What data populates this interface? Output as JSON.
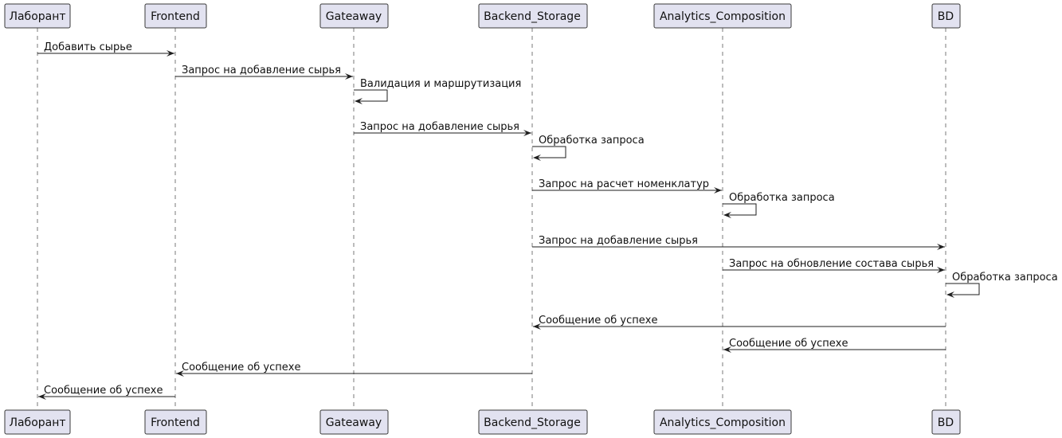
{
  "participants": [
    {
      "id": "lab",
      "label": "Лаборант"
    },
    {
      "id": "fe",
      "label": "Frontend"
    },
    {
      "id": "gw",
      "label": "Gateaway"
    },
    {
      "id": "bs",
      "label": "Backend_Storage"
    },
    {
      "id": "ac",
      "label": "Analytics_Composition"
    },
    {
      "id": "bd",
      "label": "BD"
    }
  ],
  "messages": [
    {
      "from": "lab",
      "to": "fe",
      "label": "Добавить сырье"
    },
    {
      "from": "fe",
      "to": "gw",
      "label": "Запрос на добавление сырья"
    },
    {
      "from": "gw",
      "to": "gw",
      "label": "Валидация и маршрутизация"
    },
    {
      "from": "gw",
      "to": "bs",
      "label": "Запрос на добавление сырья"
    },
    {
      "from": "bs",
      "to": "bs",
      "label": "Обработка запроса"
    },
    {
      "from": "bs",
      "to": "ac",
      "label": "Запрос на расчет номенклатур"
    },
    {
      "from": "ac",
      "to": "ac",
      "label": "Обработка запроса"
    },
    {
      "from": "bs",
      "to": "bd",
      "label": "Запрос на добавление сырья"
    },
    {
      "from": "ac",
      "to": "bd",
      "label": "Запрос на обновление состава сырья"
    },
    {
      "from": "bd",
      "to": "bd",
      "label": "Обработка запроса"
    },
    {
      "from": "bd",
      "to": "bs",
      "label": "Сообщение об успехе"
    },
    {
      "from": "bd",
      "to": "ac",
      "label": "Сообщение об успехе"
    },
    {
      "from": "bs",
      "to": "fe",
      "label": "Сообщение об успехе"
    },
    {
      "from": "fe",
      "to": "lab",
      "label": "Сообщение об успехе"
    }
  ]
}
